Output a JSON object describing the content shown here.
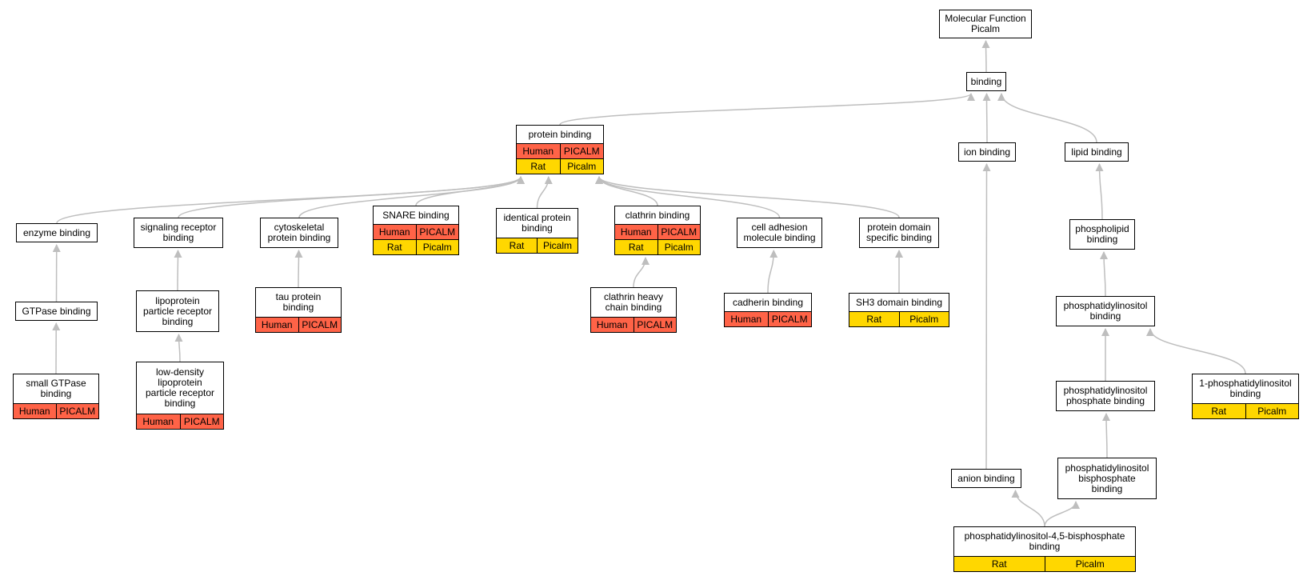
{
  "colors": {
    "human": "#FF6347",
    "rat": "#FFD700",
    "edge": "#BEBEBE",
    "border": "#000000"
  },
  "nodes": [
    {
      "id": "mf",
      "label": "Molecular Function\nPicalm",
      "rows": []
    },
    {
      "id": "binding",
      "label": "binding",
      "rows": []
    },
    {
      "id": "protein",
      "label": "protein binding",
      "rows": [
        {
          "cls": "human",
          "cells": [
            "Human",
            "PICALM"
          ]
        },
        {
          "cls": "rat",
          "cells": [
            "Rat",
            "Picalm"
          ]
        }
      ]
    },
    {
      "id": "ion",
      "label": "ion binding",
      "rows": []
    },
    {
      "id": "lipid",
      "label": "lipid binding",
      "rows": []
    },
    {
      "id": "enzyme",
      "label": "enzyme binding",
      "rows": []
    },
    {
      "id": "signaling",
      "label": "signaling receptor\nbinding",
      "rows": []
    },
    {
      "id": "cytoskeletal",
      "label": "cytoskeletal\nprotein binding",
      "rows": []
    },
    {
      "id": "snare",
      "label": "SNARE binding",
      "rows": [
        {
          "cls": "human",
          "cells": [
            "Human",
            "PICALM"
          ]
        },
        {
          "cls": "rat",
          "cells": [
            "Rat",
            "Picalm"
          ]
        }
      ]
    },
    {
      "id": "identical",
      "label": "identical protein\nbinding",
      "rows": [
        {
          "cls": "rat",
          "cells": [
            "Rat",
            "Picalm"
          ]
        }
      ]
    },
    {
      "id": "clathrin",
      "label": "clathrin binding",
      "rows": [
        {
          "cls": "human",
          "cells": [
            "Human",
            "PICALM"
          ]
        },
        {
          "cls": "rat",
          "cells": [
            "Rat",
            "Picalm"
          ]
        }
      ]
    },
    {
      "id": "celladh",
      "label": "cell adhesion\nmolecule binding",
      "rows": []
    },
    {
      "id": "protdomain",
      "label": "protein domain\nspecific binding",
      "rows": []
    },
    {
      "id": "phospholipid",
      "label": "phospholipid\nbinding",
      "rows": []
    },
    {
      "id": "gtpase",
      "label": "GTPase binding",
      "rows": []
    },
    {
      "id": "lipoprotein",
      "label": "lipoprotein\nparticle receptor\nbinding",
      "rows": []
    },
    {
      "id": "tau",
      "label": "tau protein\nbinding",
      "rows": [
        {
          "cls": "human",
          "cells": [
            "Human",
            "PICALM"
          ]
        }
      ]
    },
    {
      "id": "clathrinheavy",
      "label": "clathrin heavy\nchain binding",
      "rows": [
        {
          "cls": "human",
          "cells": [
            "Human",
            "PICALM"
          ]
        }
      ]
    },
    {
      "id": "cadherin",
      "label": "cadherin binding",
      "rows": [
        {
          "cls": "human",
          "cells": [
            "Human",
            "PICALM"
          ]
        }
      ]
    },
    {
      "id": "sh3",
      "label": "SH3 domain binding",
      "rows": [
        {
          "cls": "rat",
          "cells": [
            "Rat",
            "Picalm"
          ]
        }
      ]
    },
    {
      "id": "ptdins",
      "label": "phosphatidylinositol\nbinding",
      "rows": []
    },
    {
      "id": "smallgtpase",
      "label": "small GTPase\nbinding",
      "rows": [
        {
          "cls": "human",
          "cells": [
            "Human",
            "PICALM"
          ]
        }
      ]
    },
    {
      "id": "ldl",
      "label": "low-density\nlipoprotein\nparticle receptor\nbinding",
      "rows": [
        {
          "cls": "human",
          "cells": [
            "Human",
            "PICALM"
          ]
        }
      ]
    },
    {
      "id": "ptdinsphos",
      "label": "phosphatidylinositol\nphosphate binding",
      "rows": []
    },
    {
      "id": "onephos",
      "label": "1-phosphatidylinositol\nbinding",
      "rows": [
        {
          "cls": "rat",
          "cells": [
            "Rat",
            "Picalm"
          ]
        }
      ]
    },
    {
      "id": "anion",
      "label": "anion binding",
      "rows": []
    },
    {
      "id": "ptdinsbis",
      "label": "phosphatidylinositol\nbisphosphate\nbinding",
      "rows": []
    },
    {
      "id": "pip2",
      "label": "phosphatidylinositol-4,5-bisphosphate\nbinding",
      "rows": [
        {
          "cls": "rat",
          "cells": [
            "Rat",
            "Picalm"
          ]
        }
      ]
    }
  ],
  "edges": [
    [
      "binding",
      "mf"
    ],
    [
      "protein",
      "binding"
    ],
    [
      "ion",
      "binding"
    ],
    [
      "lipid",
      "binding"
    ],
    [
      "enzyme",
      "protein"
    ],
    [
      "signaling",
      "protein"
    ],
    [
      "cytoskeletal",
      "protein"
    ],
    [
      "snare",
      "protein"
    ],
    [
      "identical",
      "protein"
    ],
    [
      "clathrin",
      "protein"
    ],
    [
      "celladh",
      "protein"
    ],
    [
      "protdomain",
      "protein"
    ],
    [
      "phospholipid",
      "lipid"
    ],
    [
      "gtpase",
      "enzyme"
    ],
    [
      "lipoprotein",
      "signaling"
    ],
    [
      "tau",
      "cytoskeletal"
    ],
    [
      "clathrinheavy",
      "clathrin"
    ],
    [
      "cadherin",
      "celladh"
    ],
    [
      "sh3",
      "protdomain"
    ],
    [
      "ptdins",
      "phospholipid"
    ],
    [
      "smallgtpase",
      "gtpase"
    ],
    [
      "ldl",
      "lipoprotein"
    ],
    [
      "ptdinsphos",
      "ptdins"
    ],
    [
      "onephos",
      "ptdins"
    ],
    [
      "anion",
      "ion"
    ],
    [
      "ptdinsbis",
      "ptdinsphos"
    ],
    [
      "pip2",
      "anion"
    ],
    [
      "pip2",
      "ptdinsbis"
    ]
  ]
}
